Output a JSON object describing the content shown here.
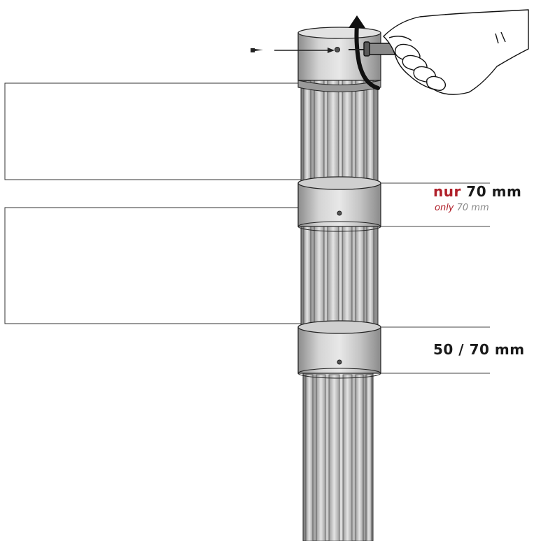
{
  "labels": {
    "nur_word": "nur",
    "nur_measure": " 70 mm",
    "only_word": "only",
    "only_measure": " 70 mm",
    "size_range": "50 / 70 mm"
  },
  "colors": {
    "accent_red": "#b0202a",
    "text_dark": "#1a1a1a",
    "text_grey": "#8a8a8a",
    "metal_light": "#d9d9d9",
    "metal_mid": "#b5b5b5",
    "metal_dark": "#7a7a7a",
    "outline": "#222222"
  },
  "icons": [
    "screw-icon",
    "arrow-right-icon",
    "rotate-arrow-icon",
    "hand-with-screwdriver-icon"
  ]
}
